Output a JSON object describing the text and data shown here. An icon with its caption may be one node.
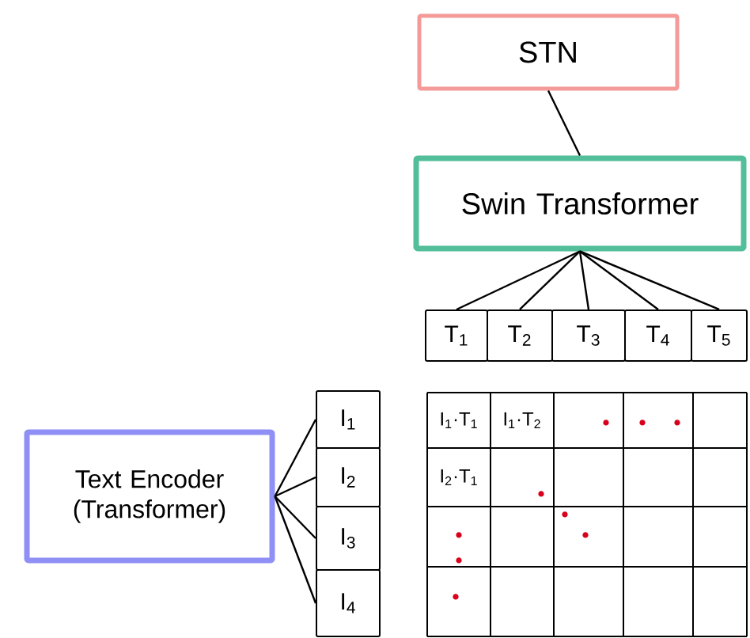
{
  "diagram": {
    "nodes": [
      {
        "text": [
          "STN"
        ]
      },
      {
        "text": [
          "Swin Transformer"
        ]
      },
      {
        "text": [
          "T$_{1}$"
        ]
      },
      {
        "text": [
          "T$_{2}$"
        ]
      },
      {
        "text": [
          "T$_{3}$"
        ]
      },
      {
        "text": [
          "T$_{4}$"
        ]
      },
      {
        "text": [
          "T$_{5}$"
        ]
      },
      {
        "text": [
          "Text Encoder (Transformer)"
        ]
      },
      {
        "text": [
          "I$_{1}$"
        ]
      },
      {
        "text": [
          "I$_{2}$"
        ]
      },
      {
        "text": [
          "I$_{3}$"
        ]
      },
      {
        "text": [
          "I$_{4}$"
        ]
      }
    ],
    "edges": [
      {
        "from": 0,
        "to": 1,
        "arrow": "none"
      },
      {
        "from": 1,
        "to": 2,
        "arrow": "none"
      },
      {
        "from": 1,
        "to": 3,
        "arrow": "none"
      },
      {
        "from": 1,
        "to": 4,
        "arrow": "none"
      },
      {
        "from": 1,
        "to": 5,
        "arrow": "none"
      },
      {
        "from": 1,
        "to": 6,
        "arrow": "none"
      },
      {
        "from": 7,
        "to": 8,
        "arrow": "none"
      },
      {
        "from": 7,
        "to": 9,
        "arrow": "none"
      },
      {
        "from": 7,
        "to": 10,
        "arrow": "none"
      },
      {
        "from": 7,
        "to": 11,
        "arrow": "none"
      }
    ],
    "labels": [
      "I$_{1}$·T$_{1}$",
      "I$_{1}$·T$_{2}$",
      "I$_{2}$·T$_{1}$"
    ]
  }
}
